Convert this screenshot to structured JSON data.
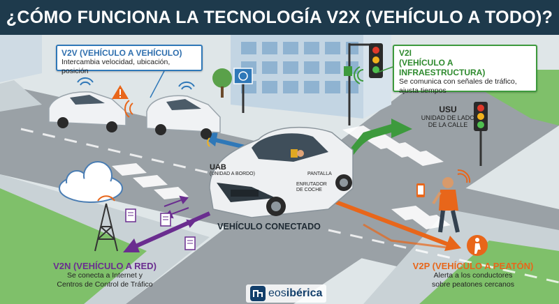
{
  "title": "¿CÓMO FUNCIONA LA TECNOLOGÍA V2X (VEHÍCULO A TODO)?",
  "v2v": {
    "title": "V2V (VEHÍCULO A VEHÍCULO)",
    "desc": "Intercambia velocidad, ubicación, posición"
  },
  "v2i": {
    "title": "V2I\n(VEHÍCULO A INFRAESTRUCTURA)",
    "desc": "Se comunica con señales de tráfico, ajusta tiempos"
  },
  "usu": {
    "title": "USU",
    "desc": "UNIDAD DE LADO\nDE LA CALLE"
  },
  "uab": {
    "title": "UAB",
    "desc": "(UNIDAD A BORDO)"
  },
  "pantalla": "PANTALLA",
  "enrutador": "ENRUTADOR\nDE COCHE",
  "vehiculo_conectado": "VEHÍCULO CONECTADO",
  "v2n": {
    "title": "V2N (VEHÍCULO A RED)",
    "desc": "Se conecta a Internet y\nCentros de Control de Tráfico"
  },
  "v2p": {
    "title": "V2P (VEHÍCULO A PEATÓN)",
    "desc": "Alerta a los conductores\nsobre peatones cercanos"
  },
  "brand": {
    "name_prefix": "eos",
    "name_bold": "ibérica",
    "icon": "eos-logo-icon"
  },
  "colors": {
    "v2v": "#2f78b8",
    "v2i": "#3d9a3d",
    "v2n": "#6a2d8f",
    "v2p": "#e8661a",
    "title_bg": "#1e3a4c"
  },
  "icons": [
    "wifi-signal-icon",
    "warning-triangle-icon",
    "traffic-light-icon",
    "building-icon",
    "cloud-icon",
    "cell-tower-icon",
    "document-icon",
    "pedestrian-icon",
    "smartphone-icon",
    "road-sign-icon"
  ]
}
